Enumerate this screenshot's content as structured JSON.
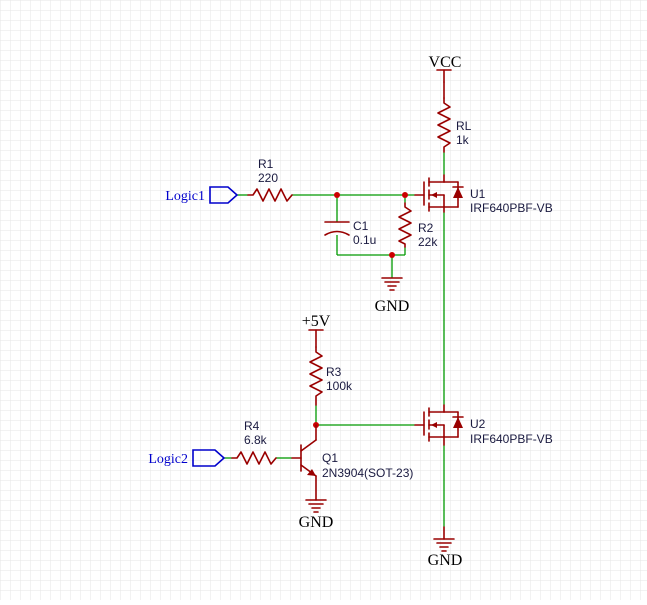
{
  "nets": {
    "vcc": "VCC",
    "plus5v": "+5V",
    "gnd_top": "GND",
    "gnd_q1": "GND",
    "gnd_bottom": "GND"
  },
  "ports": {
    "logic1": "Logic1",
    "logic2": "Logic2"
  },
  "components": {
    "rl": {
      "ref": "RL",
      "value": "1k"
    },
    "r1": {
      "ref": "R1",
      "value": "220"
    },
    "c1": {
      "ref": "C1",
      "value": "0.1u"
    },
    "r2": {
      "ref": "R2",
      "value": "22k"
    },
    "u1": {
      "ref": "U1",
      "value": "IRF640PBF-VB"
    },
    "r3": {
      "ref": "R3",
      "value": "100k"
    },
    "r4": {
      "ref": "R4",
      "value": "6.8k"
    },
    "q1": {
      "ref": "Q1",
      "value": "2N3904(SOT-23)"
    },
    "u2": {
      "ref": "U2",
      "value": "IRF640PBF-VB"
    }
  },
  "colors": {
    "wire": "#009900",
    "component": "#990000",
    "port": "#0000cc",
    "junction": "#cc0000",
    "grid": "#e6e6e6"
  }
}
